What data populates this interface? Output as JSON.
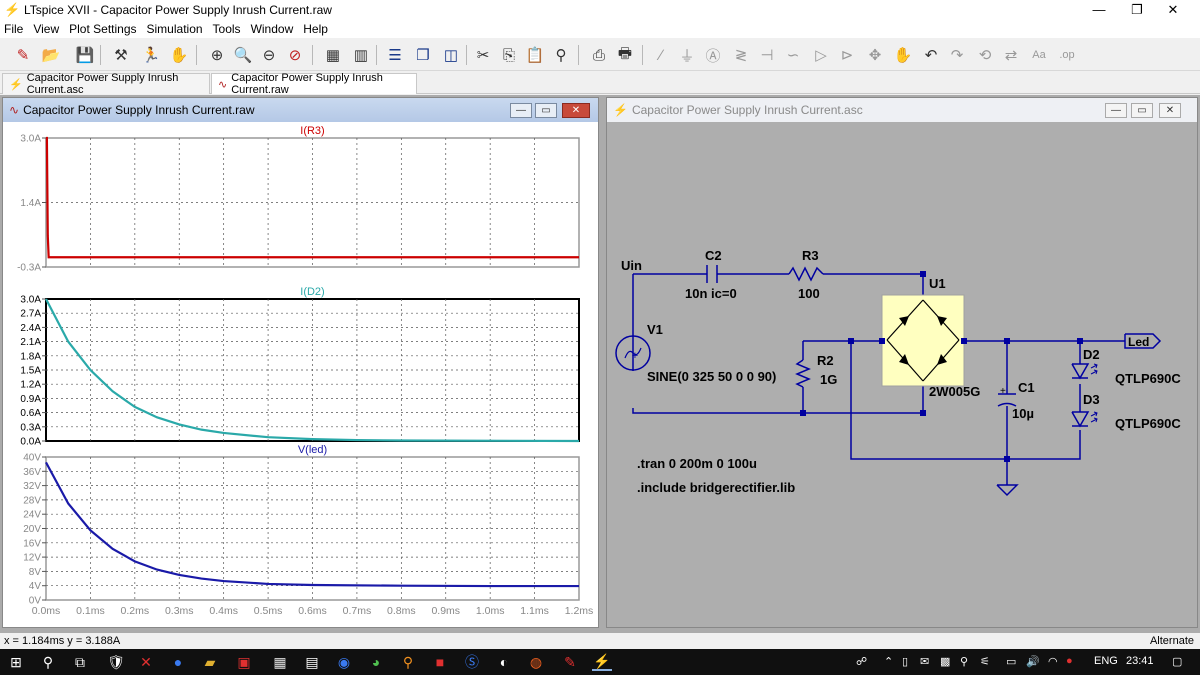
{
  "window": {
    "title": "LTspice XVII - Capacitor Power Supply Inrush Current.raw"
  },
  "menu": [
    "File",
    "View",
    "Plot Settings",
    "Simulation",
    "Tools",
    "Window",
    "Help"
  ],
  "tabs": [
    {
      "label": "Capacitor Power Supply Inrush Current.asc"
    },
    {
      "label": "Capacitor Power Supply Inrush Current.raw"
    }
  ],
  "plot_window": {
    "title": "Capacitor Power Supply Inrush Current.raw",
    "x_ticks": [
      "0.0ms",
      "0.1ms",
      "0.2ms",
      "0.3ms",
      "0.4ms",
      "0.5ms",
      "0.6ms",
      "0.7ms",
      "0.8ms",
      "0.9ms",
      "1.0ms",
      "1.1ms",
      "1.2ms"
    ]
  },
  "chart_data": [
    {
      "type": "line",
      "title": "I(R3)",
      "ylim": [
        -0.3,
        3.0
      ],
      "y_ticks": [
        "3.0A",
        "1.4A",
        "-0.3A"
      ],
      "xlim": [
        0,
        1.2
      ],
      "color": "#cc0000",
      "grid": true,
      "series": [
        {
          "x": [
            0,
            0.002,
            0.004,
            0.006,
            0.02,
            1.2
          ],
          "values": [
            3.0,
            3.0,
            0.5,
            -0.05,
            -0.05,
            -0.05
          ]
        }
      ]
    },
    {
      "type": "line",
      "title": "I(D2)",
      "ylim": [
        0.0,
        3.0
      ],
      "y_ticks": [
        "3.0A",
        "2.7A",
        "2.4A",
        "2.1A",
        "1.8A",
        "1.5A",
        "1.2A",
        "0.9A",
        "0.6A",
        "0.3A",
        "0.0A"
      ],
      "xlim": [
        0,
        1.2
      ],
      "color": "#2aa9a9",
      "grid": true,
      "series": [
        {
          "x": [
            0,
            0.05,
            0.1,
            0.15,
            0.2,
            0.25,
            0.3,
            0.35,
            0.4,
            0.5,
            0.6,
            0.7,
            0.8,
            1.2
          ],
          "values": [
            3.0,
            2.1,
            1.5,
            1.05,
            0.72,
            0.5,
            0.35,
            0.24,
            0.17,
            0.08,
            0.04,
            0.02,
            0.01,
            0.0
          ]
        }
      ]
    },
    {
      "type": "line",
      "title": "V(led)",
      "ylim": [
        0,
        40
      ],
      "y_ticks": [
        "40V",
        "36V",
        "32V",
        "28V",
        "24V",
        "20V",
        "16V",
        "12V",
        "8V",
        "4V",
        "0V"
      ],
      "xlim": [
        0,
        1.2
      ],
      "color": "#1a1aa8",
      "grid": true,
      "series": [
        {
          "x": [
            0,
            0.05,
            0.1,
            0.15,
            0.2,
            0.25,
            0.3,
            0.35,
            0.4,
            0.5,
            0.6,
            0.8,
            1.0,
            1.2
          ],
          "values": [
            38.5,
            27,
            19.5,
            14.3,
            10.8,
            8.5,
            7.0,
            6.0,
            5.3,
            4.5,
            4.2,
            4.0,
            3.9,
            3.9
          ]
        }
      ]
    }
  ],
  "schematic_window": {
    "title": "Capacitor Power Supply Inrush Current.asc",
    "labels": {
      "uin": "Uin",
      "c2_name": "C2",
      "c2_value": "10n ic=0",
      "r3_name": "R3",
      "r3_value": "100",
      "u1_name": "U1",
      "u1_value": "2W005G",
      "v1_name": "V1",
      "v1_value": "SINE(0 325 50 0 0 90)",
      "r2_name": "R2",
      "r2_value": "1G",
      "c1_name": "C1",
      "c1_value": "10µ",
      "d2_name": "D2",
      "d2_value": "QTLP690C",
      "d3_name": "D3",
      "d3_value": "QTLP690C",
      "led_label": "Led",
      "tran": ".tran 0 200m 0 100u",
      "include": ".include bridgerectifier.lib"
    }
  },
  "status": {
    "cursor": "x = 1.184ms   y = 3.188A",
    "mode": "Alternate"
  },
  "taskbar": {
    "lang": "ENG",
    "time": "23:41"
  }
}
